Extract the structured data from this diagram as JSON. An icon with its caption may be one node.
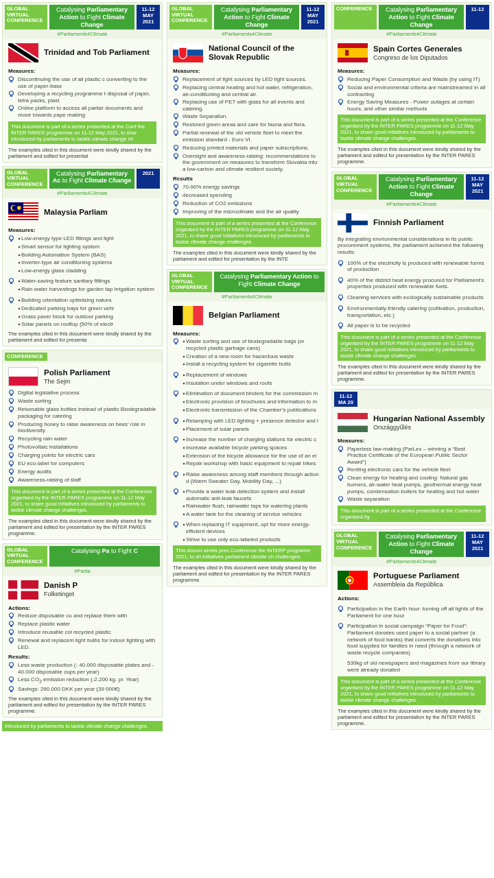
{
  "diagram": {
    "nodes": [
      {
        "text": [
          "Trinidad and Tob Parliament",
          "Measures:",
          "Discontinuing the use of all plastic c converting to the use of paper-base",
          "Developing a recycling programme t disposal of paper, tetra packs, plast",
          "Online platform to access all parliar documents and move towards pape making",
          "The examples cited in this document were kindly shared by the parliament and edited for presentat"
        ]
      },
      {
        "text": [
          "GLOBAL VIRTUAL CONFERENCE",
          "Catalysing **Parliamentary Action** to Fight **Climate Change**",
          "11-12 MAY 2021",
          "#Parliaments4Climate"
        ],
        "in": 0
      },
      {
        "text": [
          "This document is part of a series presented at the Conf the INTER PARES programme on 11-12 May 2021, to shar introduced by parliaments to tackle climate change ch"
        ],
        "in": 0
      },
      {
        "text": [
          "Spain Cortes Generales",
          "Congreso de los Diputados",
          "Measures:",
          "Reducing Paper Consumption and Waste (by using IT)",
          "Social and environmental criteria are mainstreamed in all contracting",
          "Energy Saving Measures - Power outages at certain hours, and other similar methods",
          "The examples cited in this document were kindly shared by the parliament and edited for presentation by the INTER PARES programme."
        ]
      },
      {
        "text": [
          "CONFERENCE",
          "Catalysing **Parliamentary Action** to Fight **Climate Change**",
          "11-12",
          "#Parliaments4Climate"
        ],
        "in": 3
      },
      {
        "text": [
          "This document is part of a series presented at the Conference organised by the INTER PARES programme on 11-12 May 2021, to share good initiatives introduced by parliaments to tackle climate change challenges."
        ],
        "in": 3
      },
      {
        "text": [
          "National Council of the Slovak Republic",
          "Measures:",
          "Replacement of light sources by LED light sources.",
          "Replacing central heating and hot water, refrigeration, air-conditioning and central air.",
          "Replacing use of PET with glass for all events and catering.",
          "Waste Separation.",
          "Restored green areas and care for fauna and flora.",
          "Partial renewal of the old vehicle fleet to meet the emission standard - Euro VI.",
          "Reducing printed materials and paper subscriptions.",
          "Oversight and awareness-raising: recommendations to the government on measures to transform Slovakia into a low-carbon and climate resilient society.",
          "Results",
          "70-90% energy savings",
          "decreased spending",
          "Reduction of CO2 emissions",
          "Improving of the microclimate and the air quality",
          "The examples cited in this document were kindly shared by the parliament and edited for presentation by the INTE"
        ]
      },
      {
        "text": [
          "GLOBAL VIRTUAL CONFERENCE",
          "Catalysing **Parliamentary Action** to Fight **Climate Change**",
          "11-12 MAY 2021",
          "#Parliaments4Climate"
        ],
        "in": 6
      },
      {
        "text": [
          "This document is part of a series presented at the Conference organised by the INTER PARES programme on 11-12 May 2021, to share good initiatives introduced by parliaments to tackle climate change challenges."
        ],
        "in": 6
      },
      {
        "text": [
          "Finnish Parliament",
          "By integrating envrionmental considerations in its public procurement systems, the parliament achieved the following results:",
          "100% of the electricity is produced with renewable forms of production",
          "40% of the district heat energy procured for Parliament’s properties produced with renewable fuels.",
          "Cleaning services with ecologically sustainable products",
          "Environmentally-friendly catering (cultivation, production, transportation, etc.)",
          "All paper is to be recycled",
          "The examples cited in this document were kindly shared by the parliament and edited for presentation by the INTER PARES programme."
        ]
      },
      {
        "text": [
          "GLOBAL VIRTUAL CONFERENCE",
          "Catalysing **Parliamentary Action** to Fight **Climate Change**",
          "11-12 MAY 2021",
          "#Parliaments4Climate"
        ],
        "in": 9
      },
      {
        "text": [
          "This document is part of a series presented at the Conference organised by the INTER PARES programme on 11-12 May 2021, to share good initiatives introduced by parliaments to tackle climate change challenges."
        ],
        "in": 9
      },
      {
        "text": [
          "Malaysia Parliam",
          "Measures:",
          "Low-energy type LED fittings and light",
          "Smart sensor for lighting system",
          "Building Automation System (BAS)",
          "Inverter-type air conditioning systems",
          "Low-energy glass cladding",
          "Water-saving feature sanitary fittings",
          "Rain water harvestings for garden tap irrigation system",
          "Building orientation optimising natura",
          "Dedicated parking bays for green vehi",
          "Grass paver block for outdoor parking",
          "Solar panels on rooftop (50% of electr",
          "The examples cited in this document were kindly shared by the parliament and edited for presenta"
        ]
      },
      {
        "text": [
          "GLOBAL VIRTUAL CONFERENCE",
          "Catalysing **Parliamentary Ac** to Fight **Climate Change**",
          "2021",
          "#Parliaments4Climate"
        ],
        "in": 12
      },
      {
        "text": [
          "Belgian Parliament",
          "Measures:",
          "Waste sorting and use of biodegradable bags (or recycled plastic garbage cans)",
          "Creation of a new room for hazardous waste",
          "Install a recycling system for cigarette butts",
          "Replacement of windows",
          "Insulation under windows and roofs",
          "Elimination of document binders for the commission m",
          "Electronic provision of brochures and information to m",
          "Electronic transmission of the Chamber’s publications",
          "Relamping with LED lighting + presence detector and l",
          "Placement of solar panels",
          "Increase the number of charging stations for electric c",
          "Increase available bicycle parking spaces",
          "Extension of the bicycle allowance for the use of an el",
          "Repair workshop with basic equipment to repair bikes",
          "Raise awareness among staff members through action d (Warm Sweater Day, Mobility Day, ...)",
          "Provide a water leak detection system and install automatic anti-leak faucets",
          "Rainwater flush, rainwater taps for watering plants",
          "A water tank for the cleaning of service vehicles",
          "When replacing IT equipment, opt for more energy-efficient devices",
          "Strive to use only eco-labeled products",
          "The examples cited in this document were kindly shared by the parliament and edited for presentation by the INTER PARES programme."
        ]
      },
      {
        "text": [
          "GLOBAL VIRTUAL CONFERENCE",
          "Catalysing **Parliamentary Action** to Fight **Climate Change**",
          "#Parliaments4Climate"
        ],
        "in": 14
      },
      {
        "text": [
          "This docum series pres Conference the INTERP programm 2021, to sh initiatives parliament climate ch challenges."
        ],
        "in": 14
      },
      {
        "text": [
          "Hungarian National Assembly",
          "Országgyűlés",
          "Measures:",
          "Paperless law-making (ParLex – winning a “Best Practice Certificate of the European Public Sector Award”)",
          "Renting electronic cars for the vehicle fleet",
          "Clean energy for heating and cooling: Natural gas burners, air-water heat pumps, geothermal energy heat pumps, condensation boilers for heating and hot water",
          "Waste separation"
        ]
      },
      {
        "text": [
          "11-12 MA 20"
        ],
        "in": 17
      },
      {
        "text": [
          "This document is part of a series presented at the Conference organised by"
        ],
        "in": 17
      },
      {
        "text": [
          "Polish Parliament",
          "The Sejm",
          "Digital legislative process",
          "Waste sorting",
          "Returnable glass bottles instead of plastic Biodegradable packaging for catering",
          "Producing honey to raise awareness on bees’ role in biodiversity",
          "Recycling rain water",
          "Photovoltaic installations",
          "Charging points for electric cars",
          "EU eco-label for computers",
          "Energy audits",
          "Awareness-raising of staff",
          "The examples cited in this document were kindly shared by the parliament and edited for presentation by the INTER PARES programme."
        ]
      },
      {
        "text": [
          "CONFERENCE"
        ],
        "in": 20
      },
      {
        "text": [
          "This document is part of a series presented at the Conference organised by the INTER PARES programme on 11-12 May 2021, to share good initiatives introduced by parliaments to tackle climate change challenges."
        ],
        "in": 20
      },
      {
        "text": [
          "Danish P",
          "Folketinget",
          "Actions:",
          "Reduce disposable cu and replace them with",
          "Replace plastic water",
          "Introduce reusable col recycled plastic",
          "Renewal and replacem light bulbs for indoor lighting with LED.",
          "Results:",
          "Less waste production (- 40.000 disposable plates and - 40.000 disposable cups per year)",
          "Less CO$_{2}$ emission reduction (-2.200 kg. pr. Year)",
          "Savings: 290.000 DKK per year (39 000€)",
          "The examples cited in this document were kindly shared by the parliament and edited for presentation by the INTER PARES programme."
        ]
      },
      {
        "text": [
          "GLOBAL VIRTUAL CONFERENCE",
          "Catalysing **Pa** to Fight **C**",
          "#Parlia"
        ],
        "in": 23
      },
      {
        "text": [
          "Introduced by parliaments to tackle climate change challenges."
        ]
      },
      {
        "text": [
          "Portuguese Parliament",
          "Assembleia da República",
          "Actions:",
          "Participation in the Earth hour: turning off all lights of the Parliament for one hour",
          "Participation in social campaign “Paper for Food”: Parliament donates used paper to a social partner (a network of food banks) that converts the donations into food supplies for families in need (through a network of waste recycle companies)",
          "530kg of old newspapers and magazines from our library were already donated",
          "The examples cited in this document were kindly shared by the parliament and edited for presentation by the INTER PARES programme."
        ]
      },
      {
        "text": [
          "GLOBAL VIRTUAL CONFERENCE",
          "Catalysing **Parliamentary Action** to Fight **Climate Change**",
          "11-12 MAY 2021",
          "#Parliaments4Climate"
        ],
        "in": 26
      },
      {
        "text": [
          "This document is part of a series presented at the Conference organised by the INTER PARES programme on 11-12 May 2021, to share good initiatives introduced by parliaments to tackle climate change challenges."
        ],
        "in": 26
      }
    ]
  }
}
